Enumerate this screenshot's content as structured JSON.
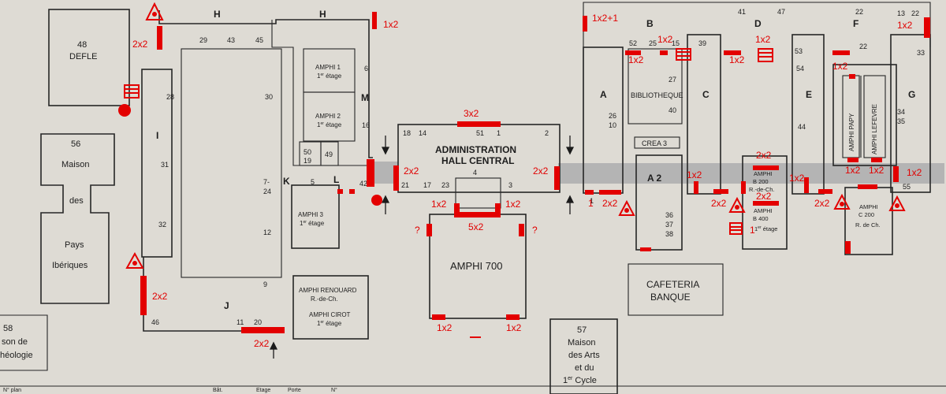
{
  "map": {
    "buildings": {
      "defle": [
        "48",
        "DEFLE"
      ],
      "maison_pays_iberiques": [
        "56",
        "Maison",
        "des",
        "Pays",
        "Ibériques"
      ],
      "maison_archeologie": [
        "58",
        "son de",
        "héologie"
      ],
      "maison_arts": [
        "57",
        "Maison",
        "des Arts",
        "et du",
        "1",
        "er",
        " Cycle"
      ],
      "admin": [
        "ADMINISTRATION",
        "HALL CENTRAL"
      ],
      "amphi_700": "AMPHI 700",
      "cafeteria": [
        "CAFETERIA",
        "BANQUE"
      ],
      "crea": "CREA 3",
      "bibliotheque": "BIBLIOTHEQUE",
      "amphi1": [
        "AMPHI 1",
        "1",
        "er",
        " étage"
      ],
      "amphi2": [
        "AMPHI 2",
        "1",
        "er",
        " étage"
      ],
      "amphi3": [
        "AMPHI 3",
        "1",
        "er",
        " étage"
      ],
      "amphi_renouard": [
        "AMPHI RENOUARD",
        "R.-de-Ch."
      ],
      "amphi_cirot": [
        "AMPHI CIROT",
        "1",
        "er",
        " étage"
      ],
      "amphi_b": [
        "AMPHI",
        "B 200",
        "R.-de-Ch.",
        "AMPHI",
        "B 400",
        "1",
        "er",
        " étage"
      ],
      "amphi_papy": "AMPHI PAPY",
      "amphi_lefevre": "AMPHI LEFEVRE",
      "amphi_c200": [
        "AMPHI",
        "C 200",
        "R. de Ch."
      ]
    },
    "wing_letters": {
      "H1": "H",
      "H2": "H",
      "M": "M",
      "I": "I",
      "J": "J",
      "K": "K",
      "L": "L",
      "A": "A",
      "A2": "A 2",
      "B": "B",
      "C": "C",
      "D": "D",
      "E": "E",
      "F": "F",
      "G": "G"
    },
    "room_numbers": {
      "n29": "29",
      "n43": "43",
      "n45": "45",
      "n28": "28",
      "n30": "30",
      "n6": "6",
      "n16": "16",
      "n31": "31",
      "n7_24a": "7-",
      "n7_24b": "24",
      "n5": "5",
      "n42": "42",
      "n12": "12",
      "n32": "32",
      "n9": "9",
      "n11": "11",
      "n20": "20",
      "n46": "46",
      "n50": "50",
      "n19": "19",
      "n49": "49",
      "n18": "18",
      "n14": "14",
      "n51": "51",
      "n1": "1",
      "n2": "2",
      "n4": "4",
      "n21": "21",
      "n17": "17",
      "n23": "23",
      "n3": "3",
      "n52": "52",
      "n25": "25",
      "n15": "15",
      "n27": "27",
      "n40": "40",
      "n26": "26",
      "n10": "10",
      "n39": "39",
      "n41": "41",
      "n47": "47",
      "n53": "53",
      "n54": "54",
      "n44": "44",
      "n22a": "22",
      "n22b": "22",
      "n13": "13",
      "n22c": "22",
      "n33": "33",
      "n34": "34",
      "n35": "35",
      "n55": "55",
      "n36": "36",
      "n37": "37",
      "n38": "38",
      "n1b": "1"
    },
    "markers": {
      "m1": "2x2",
      "m2": "1x2",
      "m3": "3x2",
      "m4": "2x2",
      "m5": "2x2",
      "m6": "1x2",
      "m7": "1x2",
      "m8": "5x2",
      "m9": "?",
      "m10": "?",
      "m11": "1x2",
      "m12": "1x2",
      "m13": "2x2",
      "m14": "2x2",
      "m15": "1x2+1",
      "m16": "1x2",
      "m17": "1x2",
      "m18": "1x2",
      "m19": "1x2",
      "m20": "1",
      "m21": "2x2",
      "m22": "1x2",
      "m23": "2x2",
      "m24": "2x2",
      "m25": "2x2",
      "m26": "1",
      "m27": "1x2",
      "m28": "2x2",
      "m29": "1x2",
      "m30": "1x2",
      "m31": "1x2",
      "m32": "1x2",
      "m33": "1x2",
      "m34": "_"
    },
    "footer": [
      "N° plan",
      "Bât.",
      "Etage",
      "Porte",
      "N°"
    ]
  },
  "colors": {
    "paper": "#dedbd4",
    "ink": "#262626",
    "hall": "#b4b4b4",
    "marker": "#e30000"
  },
  "icons": [
    "stairs-icon",
    "accessibility-icon",
    "elevator-dot-icon",
    "entrance-arrow-icon"
  ]
}
